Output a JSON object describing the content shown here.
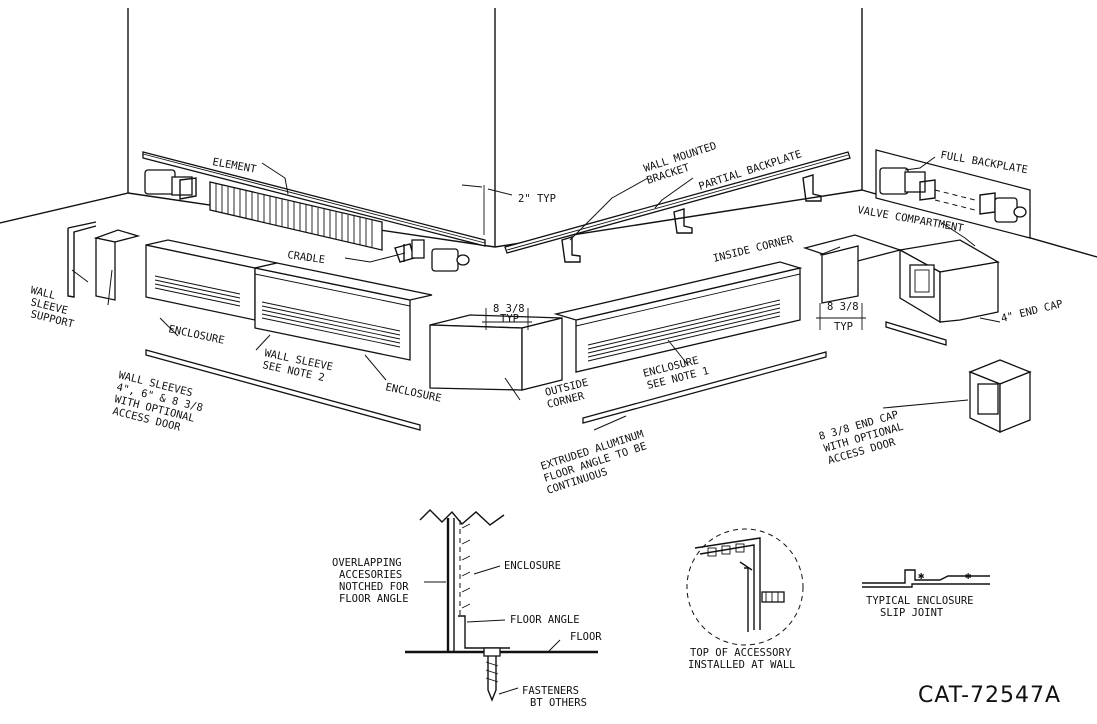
{
  "labels": {
    "element": "ELEMENT",
    "wall_mounted_bracket": [
      "WALL MOUNTED",
      "BRACKET"
    ],
    "partial_backplate": "PARTIAL BACKPLATE",
    "full_backplate": "FULL BACKPLATE",
    "two_typ": "2\" TYP",
    "valve_compartment": "VALVE COMPARTMENT",
    "inside_corner": "INSIDE CORNER",
    "cradle": "CRADLE",
    "wall_sleeve_support": [
      "WALL",
      "SLEEVE",
      "SUPPORT"
    ],
    "enclosure_left": "ENCLOSURE",
    "wall_sleeve_note": [
      "WALL SLEEVE",
      "SEE NOTE 2"
    ],
    "enclosure_mid": "ENCLOSURE",
    "dim_left": [
      "8 3/8",
      "TYP"
    ],
    "dim_right": [
      "8 3/8",
      "TYP"
    ],
    "end_cap_4": "4\" END CAP",
    "wall_sleeves": [
      "WALL SLEEVES",
      "4\", 6\" & 8 3/8",
      "WITH OPTIONAL",
      "ACCESS DOOR"
    ],
    "outside_corner": [
      "OUTSIDE",
      "CORNER"
    ],
    "enclosure_note1": [
      "ENCLOSURE",
      "SEE NOTE 1"
    ],
    "end_cap_8": [
      "8 3/8 END CAP",
      "WITH OPTIONAL",
      "ACCESS DOOR"
    ],
    "floor_angle_note": [
      "EXTRUDED ALUMINUM",
      "FLOOR ANGLE TO BE",
      "CONTINUOUS"
    ]
  },
  "detail_section": {
    "overlapping": [
      "OVERLAPPING",
      "ACCESORIES",
      "NOTCHED FOR",
      "FLOOR ANGLE"
    ],
    "enclosure": "ENCLOSURE",
    "floor_angle": "FLOOR ANGLE",
    "floor": "FLOOR",
    "fasteners": [
      "FASTENERS",
      "BT OTHERS"
    ]
  },
  "detail_accessory": [
    "TOP OF ACCESSORY",
    "INSTALLED AT WALL"
  ],
  "detail_slip_joint": [
    "TYPICAL ENCLOSURE",
    "SLIP JOINT"
  ],
  "catalog_number": "CAT-72547A"
}
